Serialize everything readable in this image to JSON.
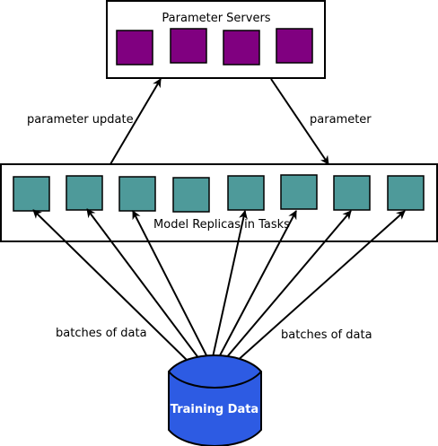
{
  "parameter_servers": {
    "title": "Parameter Servers",
    "count": 4,
    "color": "#800080"
  },
  "model_replicas": {
    "title": "Model Replicas in Tasks",
    "count": 8,
    "color": "#4e9a9a"
  },
  "training_data": {
    "label": "Training Data",
    "color": "#2d5be3"
  },
  "edge_labels": {
    "parameter_update": "parameter update",
    "parameter": "parameter",
    "batches_left": "batches of data",
    "batches_right": "batches of data"
  }
}
